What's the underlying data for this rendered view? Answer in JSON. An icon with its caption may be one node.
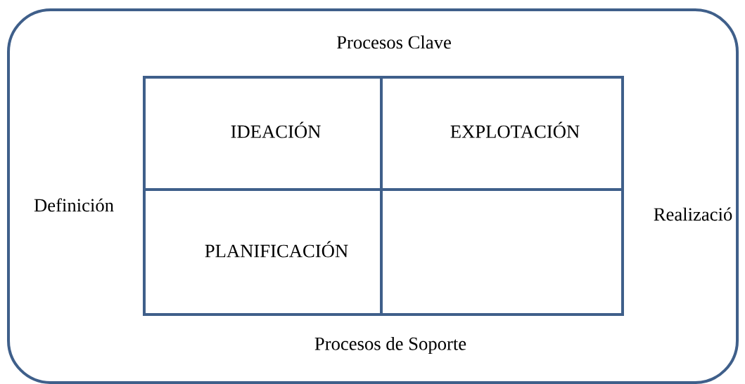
{
  "diagram": {
    "nodes": [
      {
        "text": [
          "Procesos Clave",
          "Definición",
          "Realizació",
          "Procesos de Soporte"
        ]
      },
      {
        "text": [
          "IDEACIÓN"
        ],
        "in": 0
      },
      {
        "text": [
          "EXPLOTACIÓN"
        ],
        "in": 0
      },
      {
        "text": [
          "PLANIFICACIÓN"
        ],
        "in": 0
      },
      {
        "text": [],
        "shape": "box",
        "in": 0
      }
    ]
  }
}
